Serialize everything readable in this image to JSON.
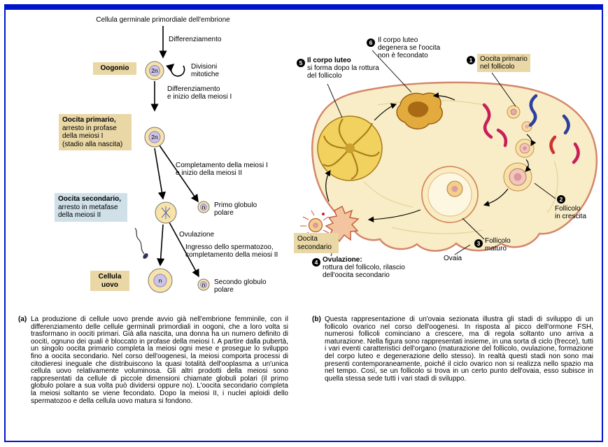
{
  "colors": {
    "frame_blue": "#0014cc",
    "label_beige": "#e9d7a5",
    "label_blue": "#cfe0e8",
    "cell_fill": "#f8e3a8",
    "nucleus_fill": "#cbc4e4",
    "ovary_fill": "#f8edc6",
    "ovary_outline": "#d4876a",
    "corpus_luteum": "#f2d25f",
    "vessel_magenta": "#c81e5a",
    "vessel_blue": "#2e3f9e"
  },
  "flowchart": {
    "title": "Cellula germinale primordiale dell'embrione",
    "diff1": "Differenziamento",
    "oogonio": "Oogonio",
    "oogonio_ploidy": "2n",
    "mitosi_lines": [
      "Divisioni",
      "mitotiche"
    ],
    "diff2_lines": [
      "Differenziamento",
      "e inizio della meiosi I"
    ],
    "primario_bold": "Oocita primario,",
    "primario_lines": [
      "arresto in profase",
      "della meiosi I",
      "(stadio alla nascita)"
    ],
    "primario_ploidy": "2n",
    "meiosi1_lines": [
      "Completamento della meiosi I",
      "e inizio della meiosi II"
    ],
    "secondario_bold": "Oocita secondario,",
    "secondario_lines": [
      "arresto in metafase",
      "della meiosi II"
    ],
    "primo_globulo_ploidy": "n",
    "primo_globulo_lines": [
      "Primo globulo",
      "polare"
    ],
    "ovulazione": "Ovulazione",
    "sperm_lines": [
      "Ingresso dello spermatozoo,",
      "completamento della meiosi II"
    ],
    "uovo_lines": [
      "Cellula",
      "uovo"
    ],
    "uovo_ploidy": "n",
    "secondo_globulo_ploidy": "n",
    "secondo_globulo_lines": [
      "Secondo globulo",
      "polare"
    ]
  },
  "ovary": {
    "c1_num": "1",
    "c1_lines": [
      "Oocita primario",
      "nel follicolo"
    ],
    "c2_num": "2",
    "c2_lines": [
      "Follicolo",
      "in crescita"
    ],
    "c3_num": "3",
    "c3_lines": [
      "Follicolo",
      "maturo"
    ],
    "c4_num": "4",
    "c4_bold": "Ovulazione:",
    "c4_lines": [
      "rottura del follicolo, rilascio",
      "dell'oocita secondario"
    ],
    "c5_num": "5",
    "c5_bold": "Il corpo luteo",
    "c5_lines": [
      "si forma dopo la rottura",
      "del follicolo"
    ],
    "c6_num": "6",
    "c6_lines": [
      "Il corpo luteo",
      "degenera se l'oocita",
      "non è fecondato"
    ],
    "oocita_secondario_lines": [
      "Oocita",
      "secondario"
    ],
    "ovaia": "Ovaia"
  },
  "captions": {
    "a_label": "(a)",
    "a_text": "La produzione di cellule uovo prende avvio già nell'embrione femminile, con il differenziamento delle cellule germinali primordiali in oogoni, che a loro volta si trasformano in oociti primari. Già alla nascita, una donna ha un numero definito di oociti, ognuno dei quali è bloccato in profase della meiosi I. A partire dalla pubertà, un singolo oocita primario completa la meiosi ogni mese e prosegue lo sviluppo fino a oocita secondario. Nel corso dell'oogenesi, la meiosi comporta processi di citodieresi ineguale che distribuiscono la quasi totalità dell'ooplasma a un'unica cellula uovo relativamente voluminosa. Gli altri prodotti della meiosi sono rappresentati da cellule di piccole dimensioni chiamate globuli polari (il primo globulo polare a sua volta può dividersi oppure no). L'oocita secondario completa la meiosi soltanto se viene fecondato. Dopo la meiosi II, i nuclei aploidi dello spermatozoo e della cellula uovo matura si fondono.",
    "b_label": "(b)",
    "b_text": "Questa rappresentazione di un'ovaia sezionata illustra gli stadi di sviluppo di un follicolo ovarico nel corso dell'oogenesi. In risposta al picco dell'ormone FSH, numerosi follicoli cominciano a crescere, ma di regola soltanto uno arriva a maturazione. Nella figura sono rappresentati insieme, in una sorta di ciclo (frecce), tutti i vari eventi caratteristici dell'organo (maturazione del follicolo, ovulazione, formazione del corpo luteo e degenerazione dello stesso). In realtà questi stadi non sono mai presenti contemporaneamente, poiché il ciclo ovarico non si realizza nello spazio ma nel tempo. Così, se un follicolo si trova in un certo punto dell'ovaia, esso subisce in quella stessa sede tutti i vari stadi di sviluppo."
  }
}
